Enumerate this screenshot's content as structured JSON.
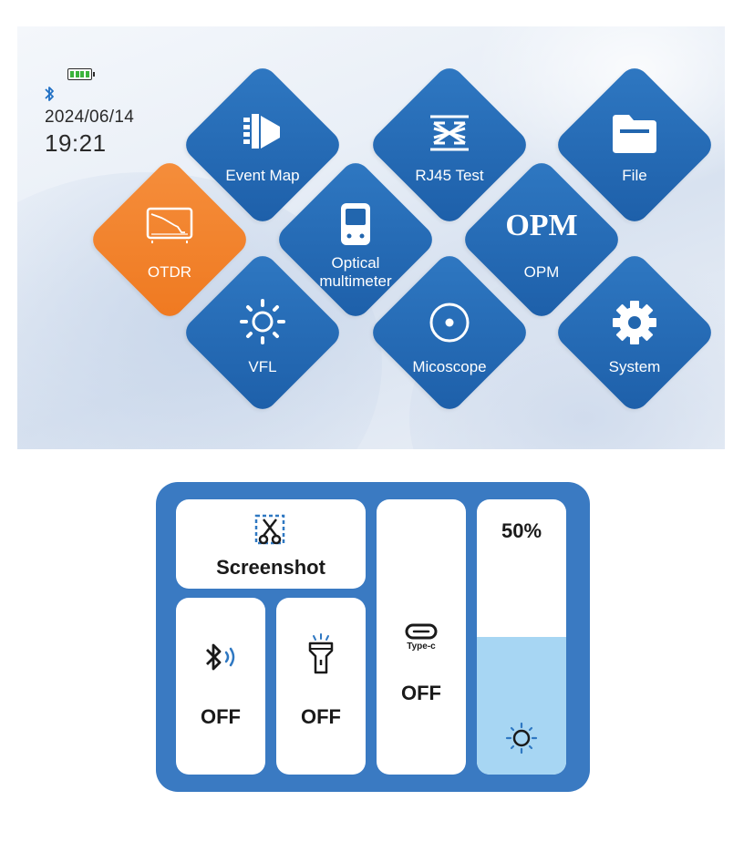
{
  "status_bar": {
    "date": "2024/06/14",
    "time": "19:21",
    "battery_icon": "battery-full-icon",
    "bluetooth_icon": "bluetooth-icon"
  },
  "colors": {
    "tile_blue": "#2369b4",
    "tile_orange": "#f28428",
    "panel_blue": "#3a7ac2",
    "brightness_fill": "#a7d6f3",
    "battery_green": "#3cb43c"
  },
  "menu": {
    "tiles": [
      {
        "label": "Event Map",
        "icon": "event-map-icon"
      },
      {
        "label": "RJ45 Test",
        "icon": "rj45-icon"
      },
      {
        "label": "File",
        "icon": "folder-icon"
      },
      {
        "label": "OTDR",
        "icon": "otdr-icon",
        "selected": true
      },
      {
        "label": "Optical\nmultimeter",
        "icon": "multimeter-icon"
      },
      {
        "label": "OPM",
        "icon": "opm-icon",
        "icon_text": "OPM"
      },
      {
        "label": "VFL",
        "icon": "sun-icon"
      },
      {
        "label": "Micoscope",
        "icon": "microscope-icon"
      },
      {
        "label": "System",
        "icon": "gear-icon"
      }
    ]
  },
  "control_panel": {
    "screenshot": {
      "label": "Screenshot",
      "icon": "screenshot-scissors-icon"
    },
    "bluetooth": {
      "state": "OFF",
      "icon": "bluetooth-sound-icon"
    },
    "flashlight": {
      "state": "OFF",
      "icon": "flashlight-icon"
    },
    "typec": {
      "caption": "Type-c",
      "state": "OFF",
      "icon": "type-c-port-icon"
    },
    "brightness": {
      "percent_label": "50%",
      "level": 0.5,
      "icon": "brightness-sun-icon"
    }
  }
}
